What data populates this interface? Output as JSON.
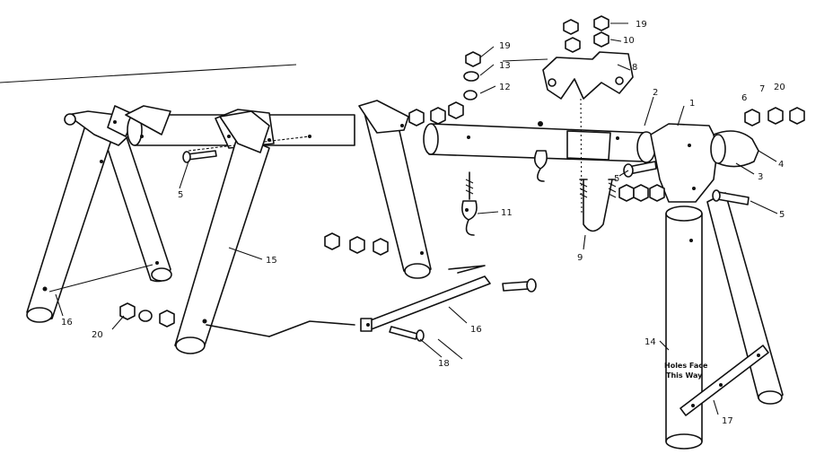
{
  "callouts": {
    "c1": "1",
    "c2": "2",
    "c3": "3",
    "c4": "4",
    "c5a": "5",
    "c5b": "5",
    "c5c": "5",
    "c6": "6",
    "c7": "7",
    "c8": "8",
    "c9": "9",
    "c10": "10",
    "c11": "11",
    "c12": "12",
    "c13": "13",
    "c14": "14",
    "c15": "15",
    "c16a": "16",
    "c16b": "16",
    "c17": "17",
    "c18": "18",
    "c19a": "19",
    "c19b": "19",
    "c20a": "20",
    "c20b": "20"
  },
  "note": {
    "line1": "Holes Face",
    "line2": "This Way"
  }
}
